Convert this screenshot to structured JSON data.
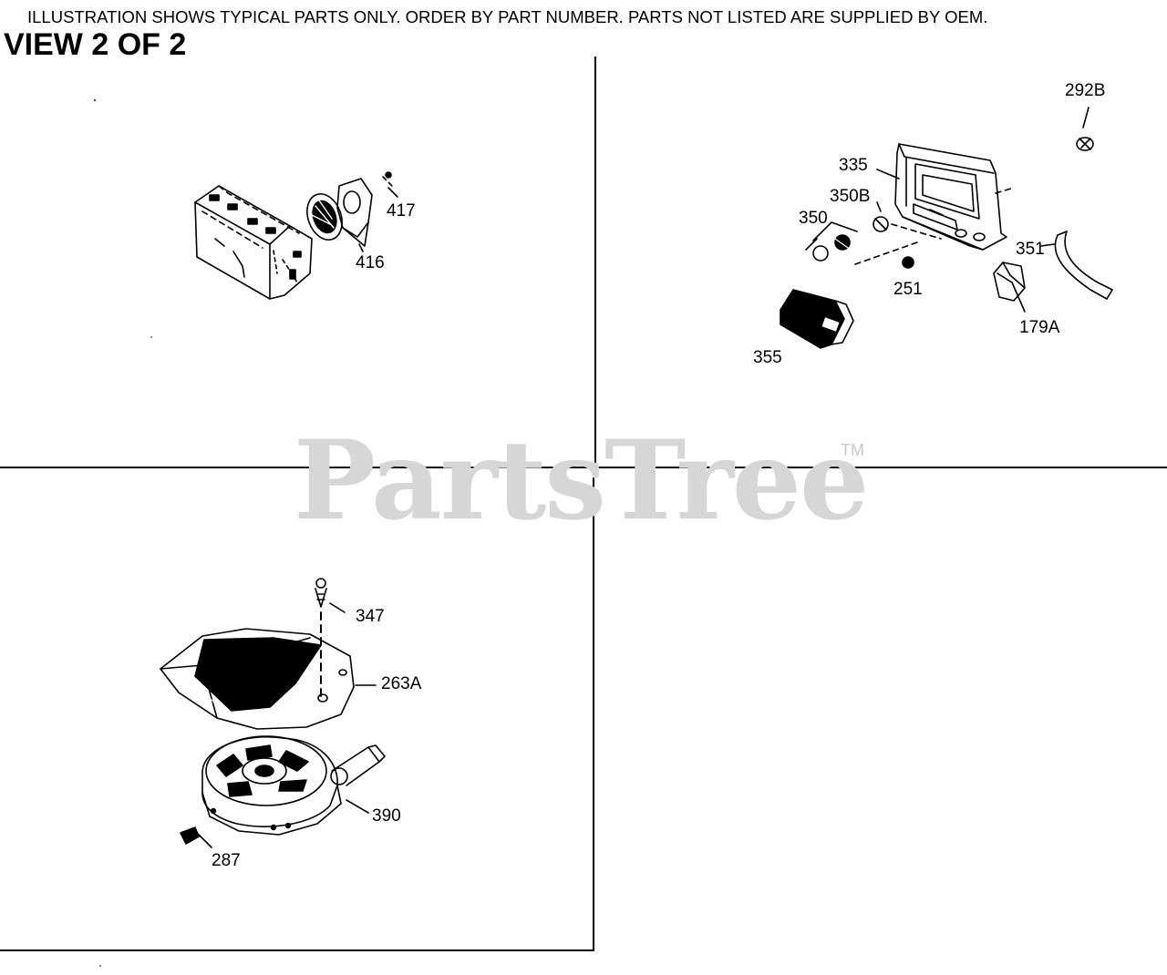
{
  "header": {
    "note": "ILLUSTRATION SHOWS TYPICAL PARTS ONLY. ORDER BY PART NUMBER. PARTS NOT LISTED ARE SUPPLIED BY OEM.",
    "view_title": "VIEW 2 OF 2"
  },
  "watermark": {
    "text": "PartsTree",
    "tm": "TM"
  },
  "callouts": {
    "p417": "417",
    "p416": "416",
    "p292B": "292B",
    "p335": "335",
    "p350B": "350B",
    "p350": "350",
    "p351": "351",
    "p251": "251",
    "p179A": "179A",
    "p355": "355",
    "p347": "347",
    "p263A": "263A",
    "p390": "390",
    "p287": "287"
  }
}
